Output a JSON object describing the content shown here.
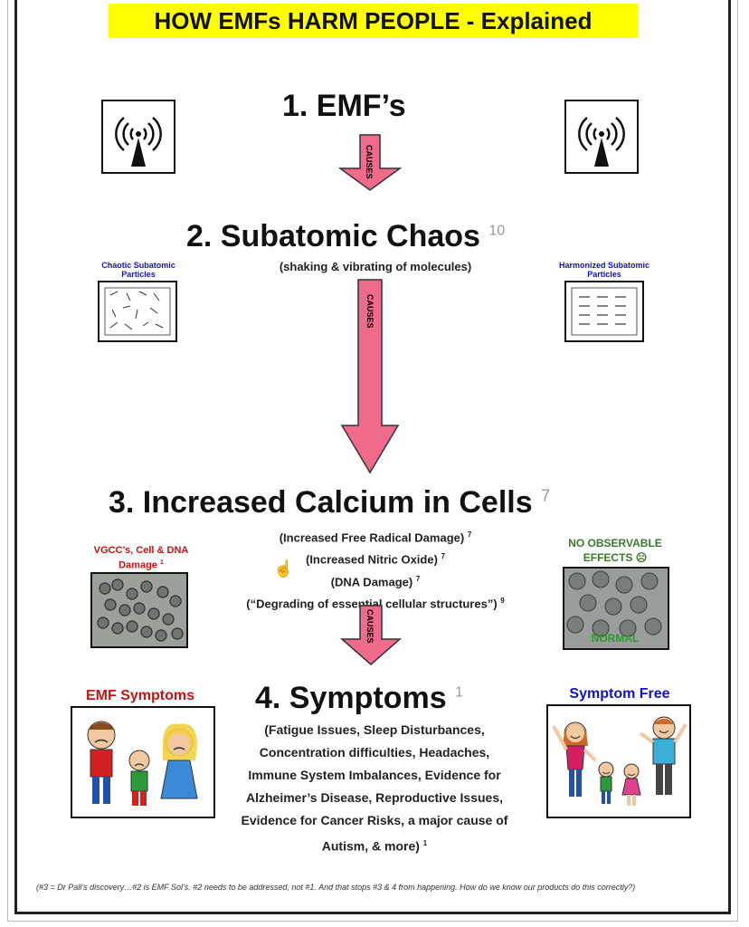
{
  "title": "HOW EMFs HARM PEOPLE - Explained",
  "step1": {
    "heading": "1.  EMF’s",
    "arrow_label": "CAUSES"
  },
  "step2": {
    "heading": "2.  Subatomic Chaos",
    "ref": "10",
    "subtitle": "(shaking & vibrating of molecules)",
    "left_label": "Chaotic Subatomic Particles",
    "right_label": "Harmonized Subatomic Particles",
    "arrow_label": "CAUSES"
  },
  "step3": {
    "heading": "3.  Increased Calcium in Cells",
    "ref": "7",
    "details": [
      {
        "text": "(Increased Free Radical Damage)",
        "ref": "7"
      },
      {
        "text": "(Increased Nitric Oxide)",
        "ref": "7"
      },
      {
        "text": "(DNA Damage)",
        "ref": "7"
      },
      {
        "text": "(“Degrading of essential cellular structures”)",
        "ref": "9"
      }
    ],
    "left_label": "VGCC’s, Cell & DNA Damage",
    "left_ref": "1",
    "right_label": "NO OBSERVABLE EFFECTS",
    "right_image_text": "NORMAL",
    "arrow_label": "CAUSES"
  },
  "step4": {
    "heading": "4.  Symptoms",
    "ref": "1",
    "left_label": "EMF Symptoms",
    "right_label": "Symptom Free",
    "symptom_lines": [
      "(Fatigue Issues, Sleep Disturbances,",
      "Concentration difficulties, Headaches,",
      "Immune System Imbalances, Evidence for",
      "Alzheimer’s Disease, Reproductive Issues,",
      "Evidence for Cancer Risks, a major cause of",
      "Autism, & more)"
    ],
    "symptom_ref": "1"
  },
  "footnote": "(#3 = Dr Pall’s discovery…#2 is EMF Sol’s.  #2 needs to be addressed, not #1.  And that stops #3 & 4 from happening.  How do we know our products do this correctly?)",
  "colors": {
    "title_bg": "#ffff00",
    "arrow": "#f06a8c",
    "red_label": "#cc1111",
    "blue_label": "#1111cc",
    "green_label": "#3a7a2a"
  }
}
